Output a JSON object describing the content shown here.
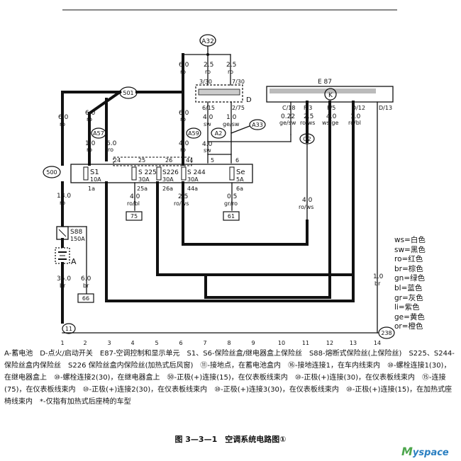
{
  "top_node": "A32",
  "nodes": {
    "n501": "501",
    "n500": "500",
    "a57": "A57",
    "a59": "A59",
    "a2": "A2",
    "a33": "A33",
    "o2": "O2",
    "n11": "11",
    "n238": "238"
  },
  "top_wires": [
    {
      "size": "6.0",
      "color": "ro"
    },
    {
      "size": "2.5",
      "color": "ro"
    },
    {
      "size": "2.5",
      "color": "ro"
    }
  ],
  "switch_d": {
    "label": "D",
    "terms": [
      "3/30",
      "7/30",
      "6/15",
      "2/75"
    ],
    "wires": [
      {
        "size": "4.0",
        "color": "sw"
      },
      {
        "size": "1.0",
        "color": "ge/sw"
      }
    ],
    "sub_wire": {
      "size": "4.0",
      "color": "sw"
    }
  },
  "unit_e87": {
    "label": "E 87",
    "icon": "K",
    "pins": [
      {
        "pin": "C/18",
        "size": "0.22",
        "color": "ge/sw"
      },
      {
        "pin": "F/3",
        "size": "2.5",
        "color": "ro/ws"
      },
      {
        "pin": "F/5",
        "size": "4.0",
        "color": "ws/ge"
      },
      {
        "pin": "D/12",
        "size": "1.0",
        "color": "ro/bl"
      },
      {
        "pin": "D/13",
        "size": "",
        "color": ""
      }
    ]
  },
  "left_feeds": [
    {
      "size": "6.0",
      "color": "ro"
    },
    {
      "size": "6.0",
      "color": "ro"
    },
    {
      "size": "1.0",
      "color": "ro"
    },
    {
      "size": "6.0",
      "color": "ro"
    },
    {
      "size": "6.0",
      "color": "ro"
    },
    {
      "size": "4.0",
      "color": "ro"
    }
  ],
  "fuse_box": {
    "top_terms": [
      "24",
      "25",
      "26",
      "44",
      "5",
      "6"
    ],
    "fuses": [
      {
        "name": "S1",
        "rating": "10A"
      },
      {
        "name": "S 225",
        "rating": "30A"
      },
      {
        "name": "S226",
        "rating": "30A"
      },
      {
        "name": "S 244",
        "rating": "30A"
      },
      {
        "name": "Se",
        "rating": "5A"
      }
    ],
    "bottom_terms": [
      "1a",
      "25a",
      "26a",
      "44a",
      "6a"
    ]
  },
  "lower_wires": [
    {
      "size": "18.0",
      "color": "ro"
    },
    {
      "size": "4.0",
      "color": "ro/bl",
      "conn": "75"
    },
    {
      "size": "2.5",
      "color": "ro/ws"
    },
    {
      "size": "0.5",
      "color": "gr/ro",
      "conn": "61"
    },
    {
      "size": "4.0",
      "color": "ro/ws"
    },
    {
      "size": "6.0",
      "color": "br",
      "conn": "66"
    },
    {
      "size": "35.0",
      "color": "br"
    },
    {
      "size": "1.0",
      "color": "br"
    }
  ],
  "fuse_s88": {
    "name": "S88",
    "rating": "150A"
  },
  "battery_label": "A",
  "axis_numbers": [
    "1",
    "2",
    "3",
    "4",
    "5",
    "6",
    "7",
    "8",
    "9",
    "10",
    "11",
    "12",
    "13",
    "14"
  ],
  "legend": [
    "ws=白色",
    "sw=黑色",
    "ro=红色",
    "br=棕色",
    "gn=绿色",
    "bl=蓝色",
    "gr=灰色",
    "li=紫色",
    "ge=黄色",
    "or=橙色"
  ],
  "caption": "A-蓄电池　D-点火/启动开关　E87-空调控制和显示单元　S1、S6-保险丝盒/继电器盒上保险丝　S88-熔断式保险丝(上保险丝)　S225、S244-保险丝盒内保险丝　S226 保险丝盒内保险丝(加热式后风窗)　⑪-接地点，在蓄电池盒内　⑯-接地连接1，在车内线束内　⑩-螺栓连接1(30)，在继电器盒上　⑩-螺栓连接2(30)，在继电器盒上　㊿-正极(+)连接(15)，在仪表板线束内　⑩-正极(+)连接(30)，在仪表板线束内　⑮-连接(75)，在仪表板线束内　⑩-正极(+)连接2(30)，在仪表板线束内　⑩-正极(+)连接3(30)，在仪表板线束内　⑩-正极(+)连接(15)，在加热式座椅线束内　*-仅指有加热式后座椅的车型",
  "figure_title": "图 3—3—1　空调系统电路图①",
  "logo": {
    "mark": "M",
    "text": "yspace"
  }
}
